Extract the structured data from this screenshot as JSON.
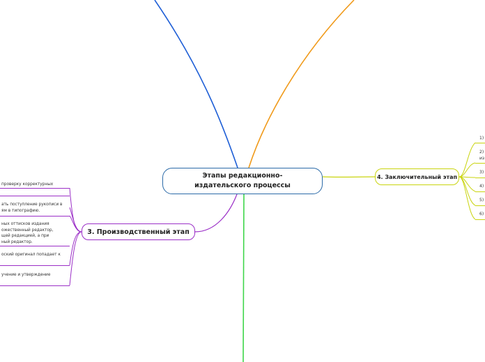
{
  "central": {
    "title": "Этапы редакционно-издательского процессы"
  },
  "branch3": {
    "title": "3. Производственный этап",
    "items": [
      {
        "text": "проверку корректурных"
      },
      {
        "text": "ать поступление рукописи в",
        "text2": "ям в типографию."
      },
      {
        "text": "ных оттисков издания",
        "text2": "ожественный редактор,",
        "text3": "щей редакцией, а при",
        "text4": "ный редактор."
      },
      {
        "text": "оский оригинал попадает к"
      },
      {
        "text": "учение и утверждение"
      }
    ]
  },
  "branch4": {
    "title": "4. Заключительный этап",
    "items": [
      {
        "text": "1)"
      },
      {
        "text": "2)",
        "text2": "из"
      },
      {
        "text": "3)"
      },
      {
        "text": "4)"
      },
      {
        "text": "5)"
      },
      {
        "text": "6)"
      }
    ]
  },
  "colors": {
    "blue": "#1f5fd6",
    "orange": "#f09a1a",
    "green": "#3fd64a",
    "purple": "#9b2fc7",
    "yellow": "#c9d40e",
    "central_border": "#2b6aa8"
  }
}
